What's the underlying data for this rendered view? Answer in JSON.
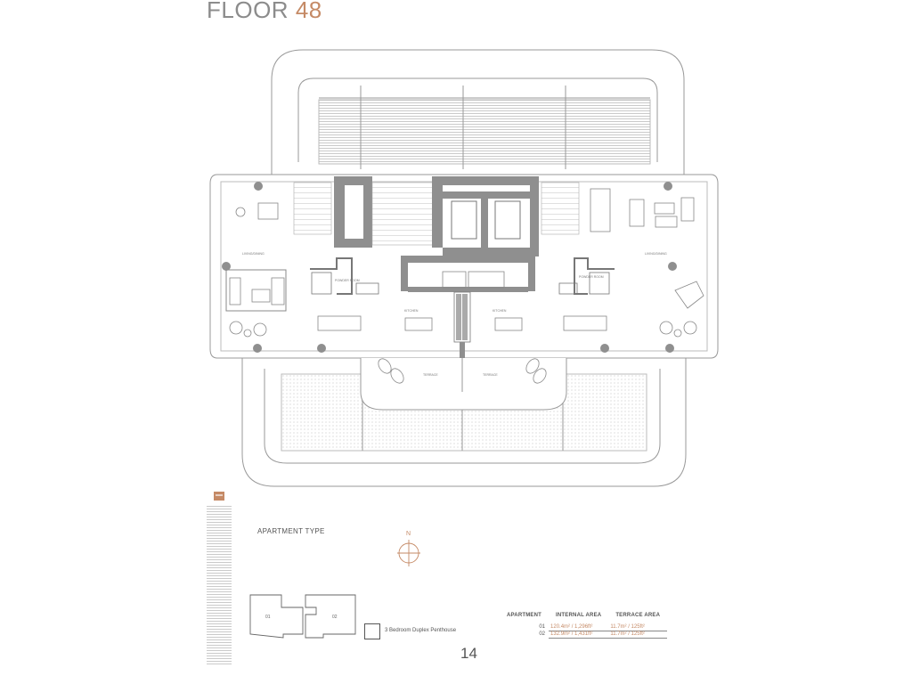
{
  "header": {
    "title_word": "FLOOR",
    "title_number": "48"
  },
  "rooms": {
    "living_dining_left": "LIVING/DINING",
    "living_dining_right": "LIVING/DINING",
    "powder_room_left": "POWDER ROOM",
    "powder_room_right": "POWDER ROOM",
    "kitchen_left": "KITCHEN",
    "kitchen_right": "KITCHEN",
    "terrace_left": "TERRACE",
    "terrace_right": "TERRACE"
  },
  "units": {
    "unit_01": "01",
    "unit_02": "02"
  },
  "compass": {
    "label": "N"
  },
  "legend": {
    "apartment_type_heading": "APARTMENT TYPE",
    "type_label": "3 Bedroom Duplex Penthouse"
  },
  "area_table": {
    "headers": [
      "APARTMENT",
      "INTERNAL AREA",
      "TERRACE AREA"
    ],
    "rows": [
      {
        "apartment": "01",
        "internal": "120.4m² / 1,296ft²",
        "terrace": "11.7m² / 125ft²"
      },
      {
        "apartment": "02",
        "internal": "132.9m² / 1,431ft²",
        "terrace": "11.7m² / 125ft²"
      }
    ]
  },
  "page_number": "14",
  "colors": {
    "accent": "#c58a66",
    "line": "#8a8a8a",
    "core": "#8f8f8f"
  }
}
